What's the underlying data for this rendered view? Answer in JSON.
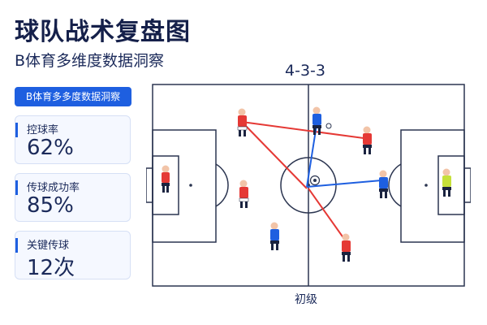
{
  "header": {
    "title": "球队战术复盘图",
    "subtitle": "B体育多维度数据洞察"
  },
  "pitch": {
    "formation": "4-3-3",
    "level_label": "初级",
    "colors": {
      "red_team": "#e53935",
      "blue_team": "#1e5fe0",
      "goalkeeper": "#c6e03a",
      "pass_red": "#e53935",
      "pass_blue": "#1e5fe0"
    }
  },
  "panel": {
    "header": "B体育多多度数据洞察",
    "stats": [
      {
        "label": "控球率",
        "value": "62%"
      },
      {
        "label": "传球成功率",
        "value": "85%"
      },
      {
        "label": "关键传球",
        "value": "12次"
      }
    ]
  }
}
